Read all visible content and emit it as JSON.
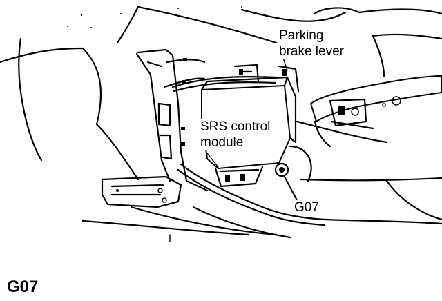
{
  "callouts": {
    "parking_brake_lever": [
      "Parking",
      "brake lever"
    ],
    "srs_control_module": [
      "SRS control",
      "module"
    ],
    "ground": "G07"
  },
  "figure_code": "G07"
}
